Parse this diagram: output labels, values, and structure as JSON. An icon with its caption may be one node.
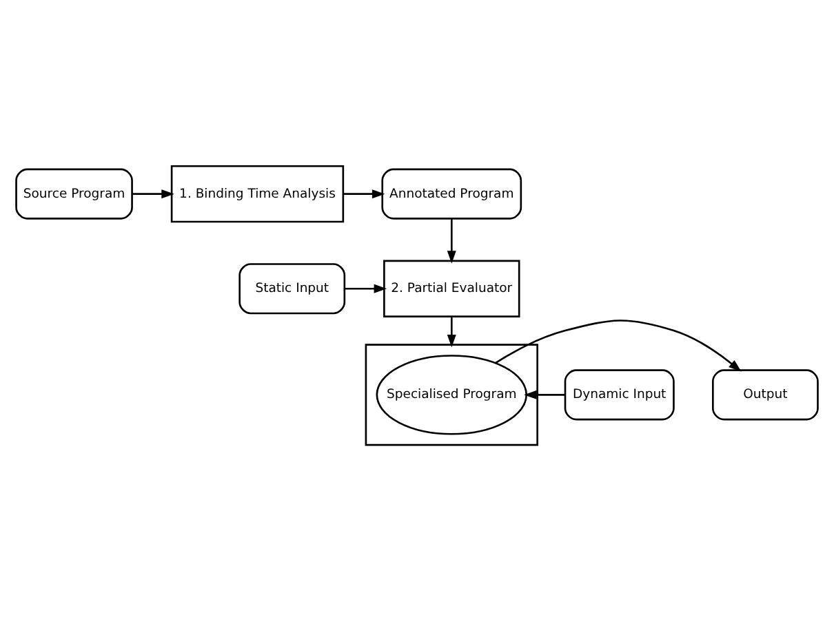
{
  "diagram": {
    "nodes": [
      {
        "text": [
          "Source Program"
        ]
      },
      {
        "text": [
          "1. Binding Time Analysis"
        ]
      },
      {
        "text": [
          "Annotated Program"
        ]
      },
      {
        "text": [
          "Static Input"
        ]
      },
      {
        "text": [
          "2. Partial Evaluator"
        ]
      },
      {
        "text": [
          "Dynamic Input"
        ]
      },
      {
        "text": [],
        "shape": "box"
      },
      {
        "text": [
          "Specialised Program"
        ],
        "in": 6
      },
      {
        "text": [
          "Output"
        ]
      }
    ],
    "edges": [
      {
        "from": 0,
        "to": 1,
        "arrow": "to"
      },
      {
        "from": 1,
        "to": 2,
        "arrow": "to"
      },
      {
        "from": 2,
        "to": 4,
        "arrow": "to"
      },
      {
        "from": 3,
        "to": 4,
        "arrow": "to"
      },
      {
        "from": 4,
        "to": 6,
        "arrow": "to"
      },
      {
        "from": 5,
        "to": 7,
        "arrow": "to"
      },
      {
        "from": 7,
        "to": 8,
        "arrow": "to"
      }
    ]
  }
}
